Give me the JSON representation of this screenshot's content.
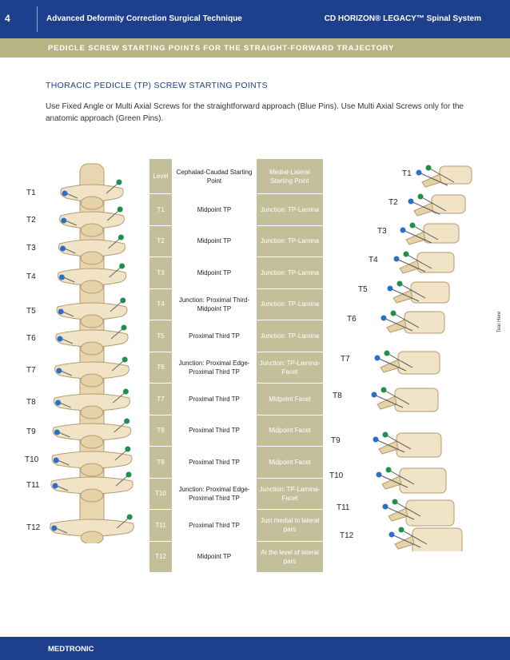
{
  "header": {
    "page_number": "4",
    "title": "Advanced Deformity Correction Surgical Technique",
    "product": "CD HORIZON® LEGACY™ Spinal System"
  },
  "subheader": "PEDICLE SCREW STARTING POINTS FOR THE STRAIGHT-FORWARD TRAJECTORY",
  "section_title": "THORACIC PEDICLE (TP) SCREW STARTING POINTS",
  "intro": "Use Fixed Angle or Multi Axial Screws for the straightforward approach (Blue Pins). Use Multi Axial Screws only for the anatomic approach (Green Pins).",
  "tear_here": "Tear Here",
  "table": {
    "headers": [
      "Level",
      "Cephalad-Caudad Starting Point",
      "Medial-Lateral Starting Point"
    ],
    "rows": [
      [
        "T1",
        "Midpoint TP",
        "Junction: TP-Lamina"
      ],
      [
        "T2",
        "Midpoint TP",
        "Junction: TP-Lamina"
      ],
      [
        "T3",
        "Midpoint TP",
        "Junction: TP-Lamina"
      ],
      [
        "T4",
        "Junction: Proximal Third-Midpoint TP",
        "Junction: TP-Lamina"
      ],
      [
        "T5",
        "Proximal Third TP",
        "Junction: TP-Lamina"
      ],
      [
        "T6",
        "Junction: Proximal Edge-Proximal Third TP",
        "Junction: TP-Lamina-Facet"
      ],
      [
        "T7",
        "Proximal Third TP",
        "Midpoint Facet"
      ],
      [
        "T8",
        "Proximal Third TP",
        "Midpoint Facet"
      ],
      [
        "T9",
        "Proximal Third TP",
        "Midpoint Facet"
      ],
      [
        "T10",
        "Junction: Proximal Edge-Proximal Third TP",
        "Junction: TP-Lamina-Facet"
      ],
      [
        "T11",
        "Proximal Third TP",
        "Just medial to lateral pars"
      ],
      [
        "T12",
        "Midpoint TP",
        "At the level of lateral pars"
      ]
    ]
  },
  "posterior_labels": [
    "T1",
    "T2",
    "T3",
    "T4",
    "T5",
    "T6",
    "T7",
    "T8",
    "T9",
    "T10",
    "T11",
    "T12"
  ],
  "lateral_labels": [
    "T1",
    "T2",
    "T3",
    "T4",
    "T5",
    "T6",
    "T7",
    "T8",
    "T9",
    "T10",
    "T11",
    "T12"
  ],
  "colors": {
    "navy": "#1d3f8c",
    "khaki": "#c4bf9b",
    "bone": "#f1e4c6",
    "blue_pin": "#2a6fc9",
    "green_pin": "#1f8f4a"
  },
  "footer": "MEDTRONIC"
}
